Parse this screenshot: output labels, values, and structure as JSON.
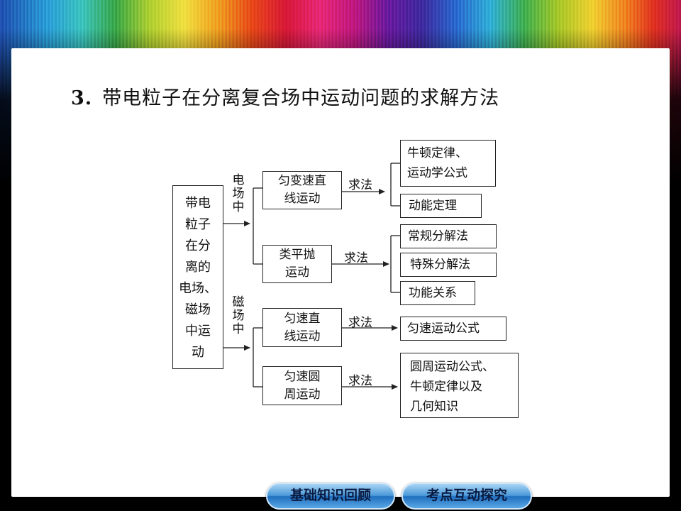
{
  "heading": {
    "number": "3.",
    "text": "带电粒子在分离复合场中运动问题的求解方法"
  },
  "diagram": {
    "root": [
      "带电",
      "粒子",
      "在分",
      "离的",
      "电场、",
      "磁场",
      "中运",
      "动"
    ],
    "electric_label": [
      "电",
      "场",
      "中"
    ],
    "magnetic_label": [
      "磁",
      "场",
      "中"
    ],
    "method_label": "求法",
    "uniform_accel": [
      "匀变速直",
      "线运动"
    ],
    "projectile": [
      "类平抛",
      "运动"
    ],
    "uniform_linear": [
      "匀速直",
      "线运动"
    ],
    "uniform_circular": [
      "匀速圆",
      "周运动"
    ],
    "newton_kinematics": [
      "牛顿定律、",
      "运动学公式"
    ],
    "kinetic_energy_theorem": "动能定理",
    "normal_decomposition": "常规分解法",
    "special_decomposition": "特殊分解法",
    "work_energy_relation": "功能关系",
    "uniform_motion_formula": "匀速运动公式",
    "circular_result": [
      "圆周运动公式、",
      "牛顿定律以及",
      "几何知识"
    ]
  },
  "nav": {
    "review_label": "基础知识回顾",
    "explore_label": "考点互动探究"
  }
}
